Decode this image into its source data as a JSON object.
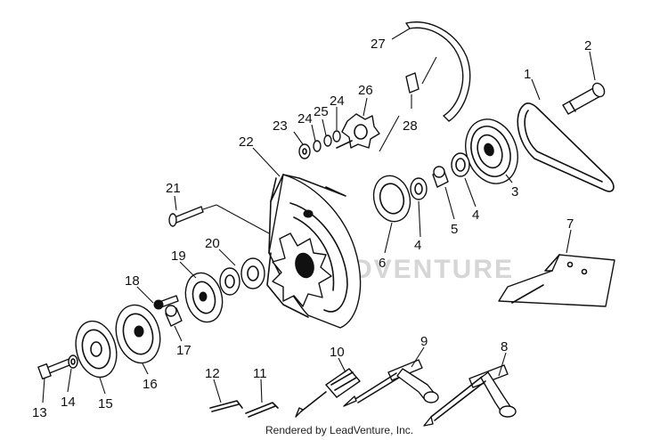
{
  "parts": [
    {
      "id": "1"
    },
    {
      "id": "2"
    },
    {
      "id": "3"
    },
    {
      "id": "4a"
    },
    {
      "id": "4b"
    },
    {
      "id": "5"
    },
    {
      "id": "6"
    },
    {
      "id": "7"
    },
    {
      "id": "8"
    },
    {
      "id": "9"
    },
    {
      "id": "10"
    },
    {
      "id": "11"
    },
    {
      "id": "12"
    },
    {
      "id": "13"
    },
    {
      "id": "14"
    },
    {
      "id": "15"
    },
    {
      "id": "16"
    },
    {
      "id": "17"
    },
    {
      "id": "18"
    },
    {
      "id": "19"
    },
    {
      "id": "20"
    },
    {
      "id": "21"
    },
    {
      "id": "22"
    },
    {
      "id": "23"
    },
    {
      "id": "24a"
    },
    {
      "id": "24b"
    },
    {
      "id": "25"
    },
    {
      "id": "26"
    },
    {
      "id": "27"
    },
    {
      "id": "28"
    }
  ],
  "labels": {
    "p1": "1",
    "p2": "2",
    "p3": "3",
    "p4a": "4",
    "p4b": "4",
    "p5": "5",
    "p6": "6",
    "p7": "7",
    "p8": "8",
    "p9": "9",
    "p10": "10",
    "p11": "11",
    "p12": "12",
    "p13": "13",
    "p14": "14",
    "p15": "15",
    "p16": "16",
    "p17": "17",
    "p18": "18",
    "p19": "19",
    "p20": "20",
    "p21": "21",
    "p22": "22",
    "p23": "23",
    "p24a": "24",
    "p24b": "24",
    "p25": "25",
    "p26": "26",
    "p27": "27",
    "p28": "28"
  },
  "watermark": "LEADVENTURE",
  "credit": "Rendered by LeadVenture, Inc."
}
